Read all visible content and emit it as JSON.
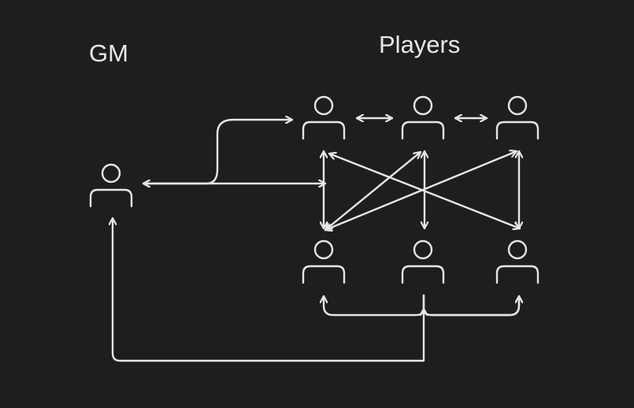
{
  "diagram": {
    "gm_label": "GM",
    "players_label": "Players",
    "colors": {
      "background": "#1e1e1e",
      "stroke": "#e6e6e6",
      "text": "#e8e8e8"
    },
    "nodes": [
      {
        "id": "gm",
        "role": "gm",
        "icon": "person-icon"
      },
      {
        "id": "player-top-left",
        "role": "player",
        "icon": "person-icon"
      },
      {
        "id": "player-top-center",
        "role": "player",
        "icon": "person-icon"
      },
      {
        "id": "player-top-right",
        "role": "player",
        "icon": "person-icon"
      },
      {
        "id": "player-bottom-left",
        "role": "player",
        "icon": "person-icon"
      },
      {
        "id": "player-bottom-center",
        "role": "player",
        "icon": "person-icon"
      },
      {
        "id": "player-bottom-right",
        "role": "player",
        "icon": "person-icon"
      }
    ],
    "connections": [
      {
        "from": "gm",
        "to": "player-top-left",
        "direction": "both"
      },
      {
        "from": "gm",
        "to": "player-bottom-left",
        "direction": "both"
      },
      {
        "from": "player-bottom-center",
        "to": "gm",
        "direction": "forward"
      },
      {
        "from": "player-top-left",
        "to": "player-top-center",
        "direction": "both"
      },
      {
        "from": "player-top-center",
        "to": "player-top-right",
        "direction": "both"
      },
      {
        "from": "player-bottom-center",
        "to": "player-bottom-right",
        "direction": "both"
      },
      {
        "from": "player-top-left",
        "to": "player-bottom-left",
        "direction": "both"
      },
      {
        "from": "player-top-center",
        "to": "player-bottom-center",
        "direction": "both"
      },
      {
        "from": "player-top-right",
        "to": "player-bottom-right",
        "direction": "both"
      },
      {
        "from": "player-top-left",
        "to": "player-bottom-right",
        "direction": "both"
      },
      {
        "from": "player-top-center",
        "to": "player-bottom-left",
        "direction": "both"
      },
      {
        "from": "player-top-right",
        "to": "player-bottom-left",
        "direction": "both"
      },
      {
        "from": "player-bottom-center",
        "to": "player-bottom-left",
        "direction": "forward"
      },
      {
        "from": "player-bottom-center",
        "to": "player-bottom-right",
        "direction": "forward"
      }
    ]
  }
}
